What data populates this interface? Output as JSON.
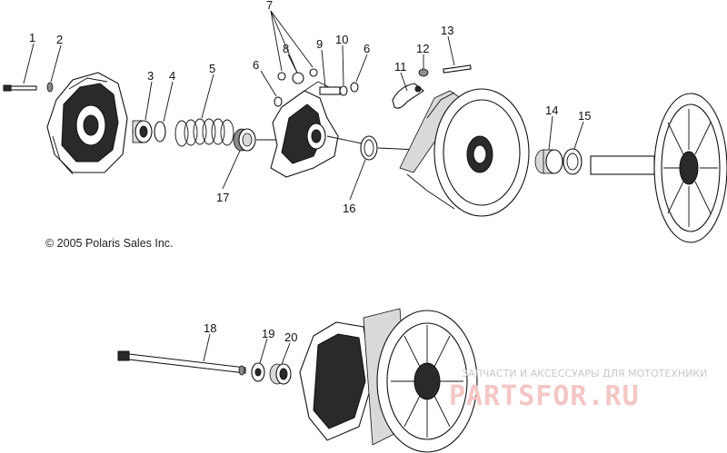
{
  "diagram": {
    "copyright": "© 2005 Polaris Sales Inc.",
    "callouts": [
      {
        "id": "c1",
        "label": "1"
      },
      {
        "id": "c2",
        "label": "2"
      },
      {
        "id": "c3",
        "label": "3"
      },
      {
        "id": "c4",
        "label": "4"
      },
      {
        "id": "c5",
        "label": "5"
      },
      {
        "id": "c6a",
        "label": "6"
      },
      {
        "id": "c6b",
        "label": "6"
      },
      {
        "id": "c7",
        "label": "7"
      },
      {
        "id": "c8",
        "label": "8"
      },
      {
        "id": "c9",
        "label": "9"
      },
      {
        "id": "c10",
        "label": "10"
      },
      {
        "id": "c11",
        "label": "11"
      },
      {
        "id": "c12",
        "label": "12"
      },
      {
        "id": "c13",
        "label": "13"
      },
      {
        "id": "c14",
        "label": "14"
      },
      {
        "id": "c15",
        "label": "15"
      },
      {
        "id": "c16",
        "label": "16"
      },
      {
        "id": "c17",
        "label": "17"
      },
      {
        "id": "c18",
        "label": "18"
      },
      {
        "id": "c19",
        "label": "19"
      },
      {
        "id": "c20",
        "label": "20"
      }
    ]
  },
  "watermark": {
    "tagline": "ЗАПЧАСТИ И АКСЕССУАРЫ ДЛЯ МОТОТЕХНИКИ",
    "logo": "PARTSFOR.RU",
    "logo_color": "#f4c6c6"
  }
}
